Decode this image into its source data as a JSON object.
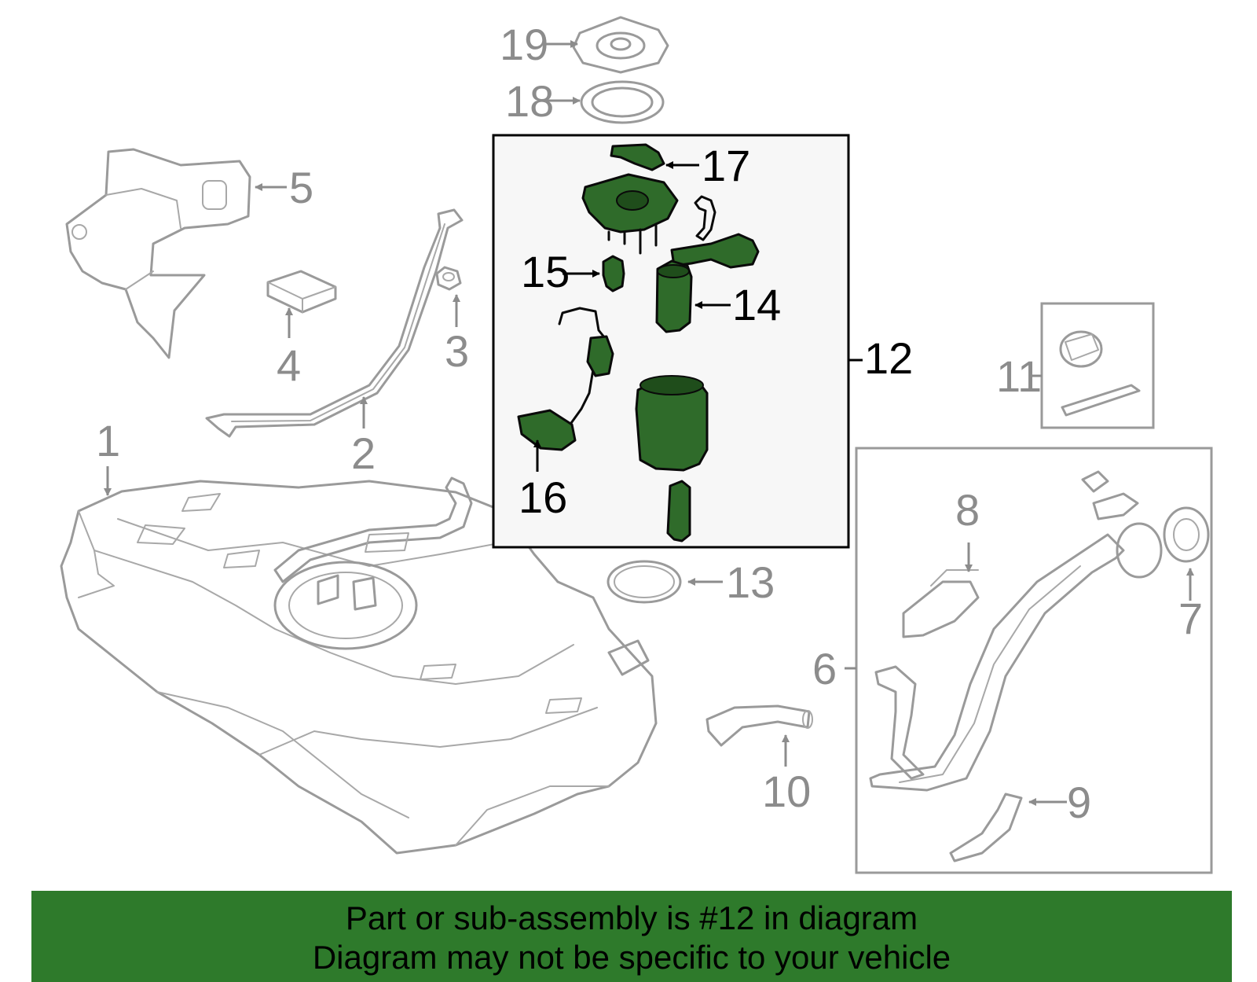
{
  "callouts": {
    "c1": "1",
    "c2": "2",
    "c3": "3",
    "c4": "4",
    "c5": "5",
    "c6": "6",
    "c7": "7",
    "c8": "8",
    "c9": "9",
    "c10": "10",
    "c11": "11",
    "c12": "12",
    "c13": "13",
    "c14": "14",
    "c15": "15",
    "c16": "16",
    "c17": "17",
    "c18": "18",
    "c19": "19"
  },
  "highlighted_part": "12",
  "colors": {
    "highlight_fill": "#2f6b2a",
    "banner_bg": "#2e7a2b",
    "callout_gray": "#8c8c8c",
    "callout_black": "#000000"
  },
  "banner": {
    "line1": "Part or sub-assembly is #12 in diagram",
    "line2": "Diagram may not be specific to your vehicle"
  }
}
